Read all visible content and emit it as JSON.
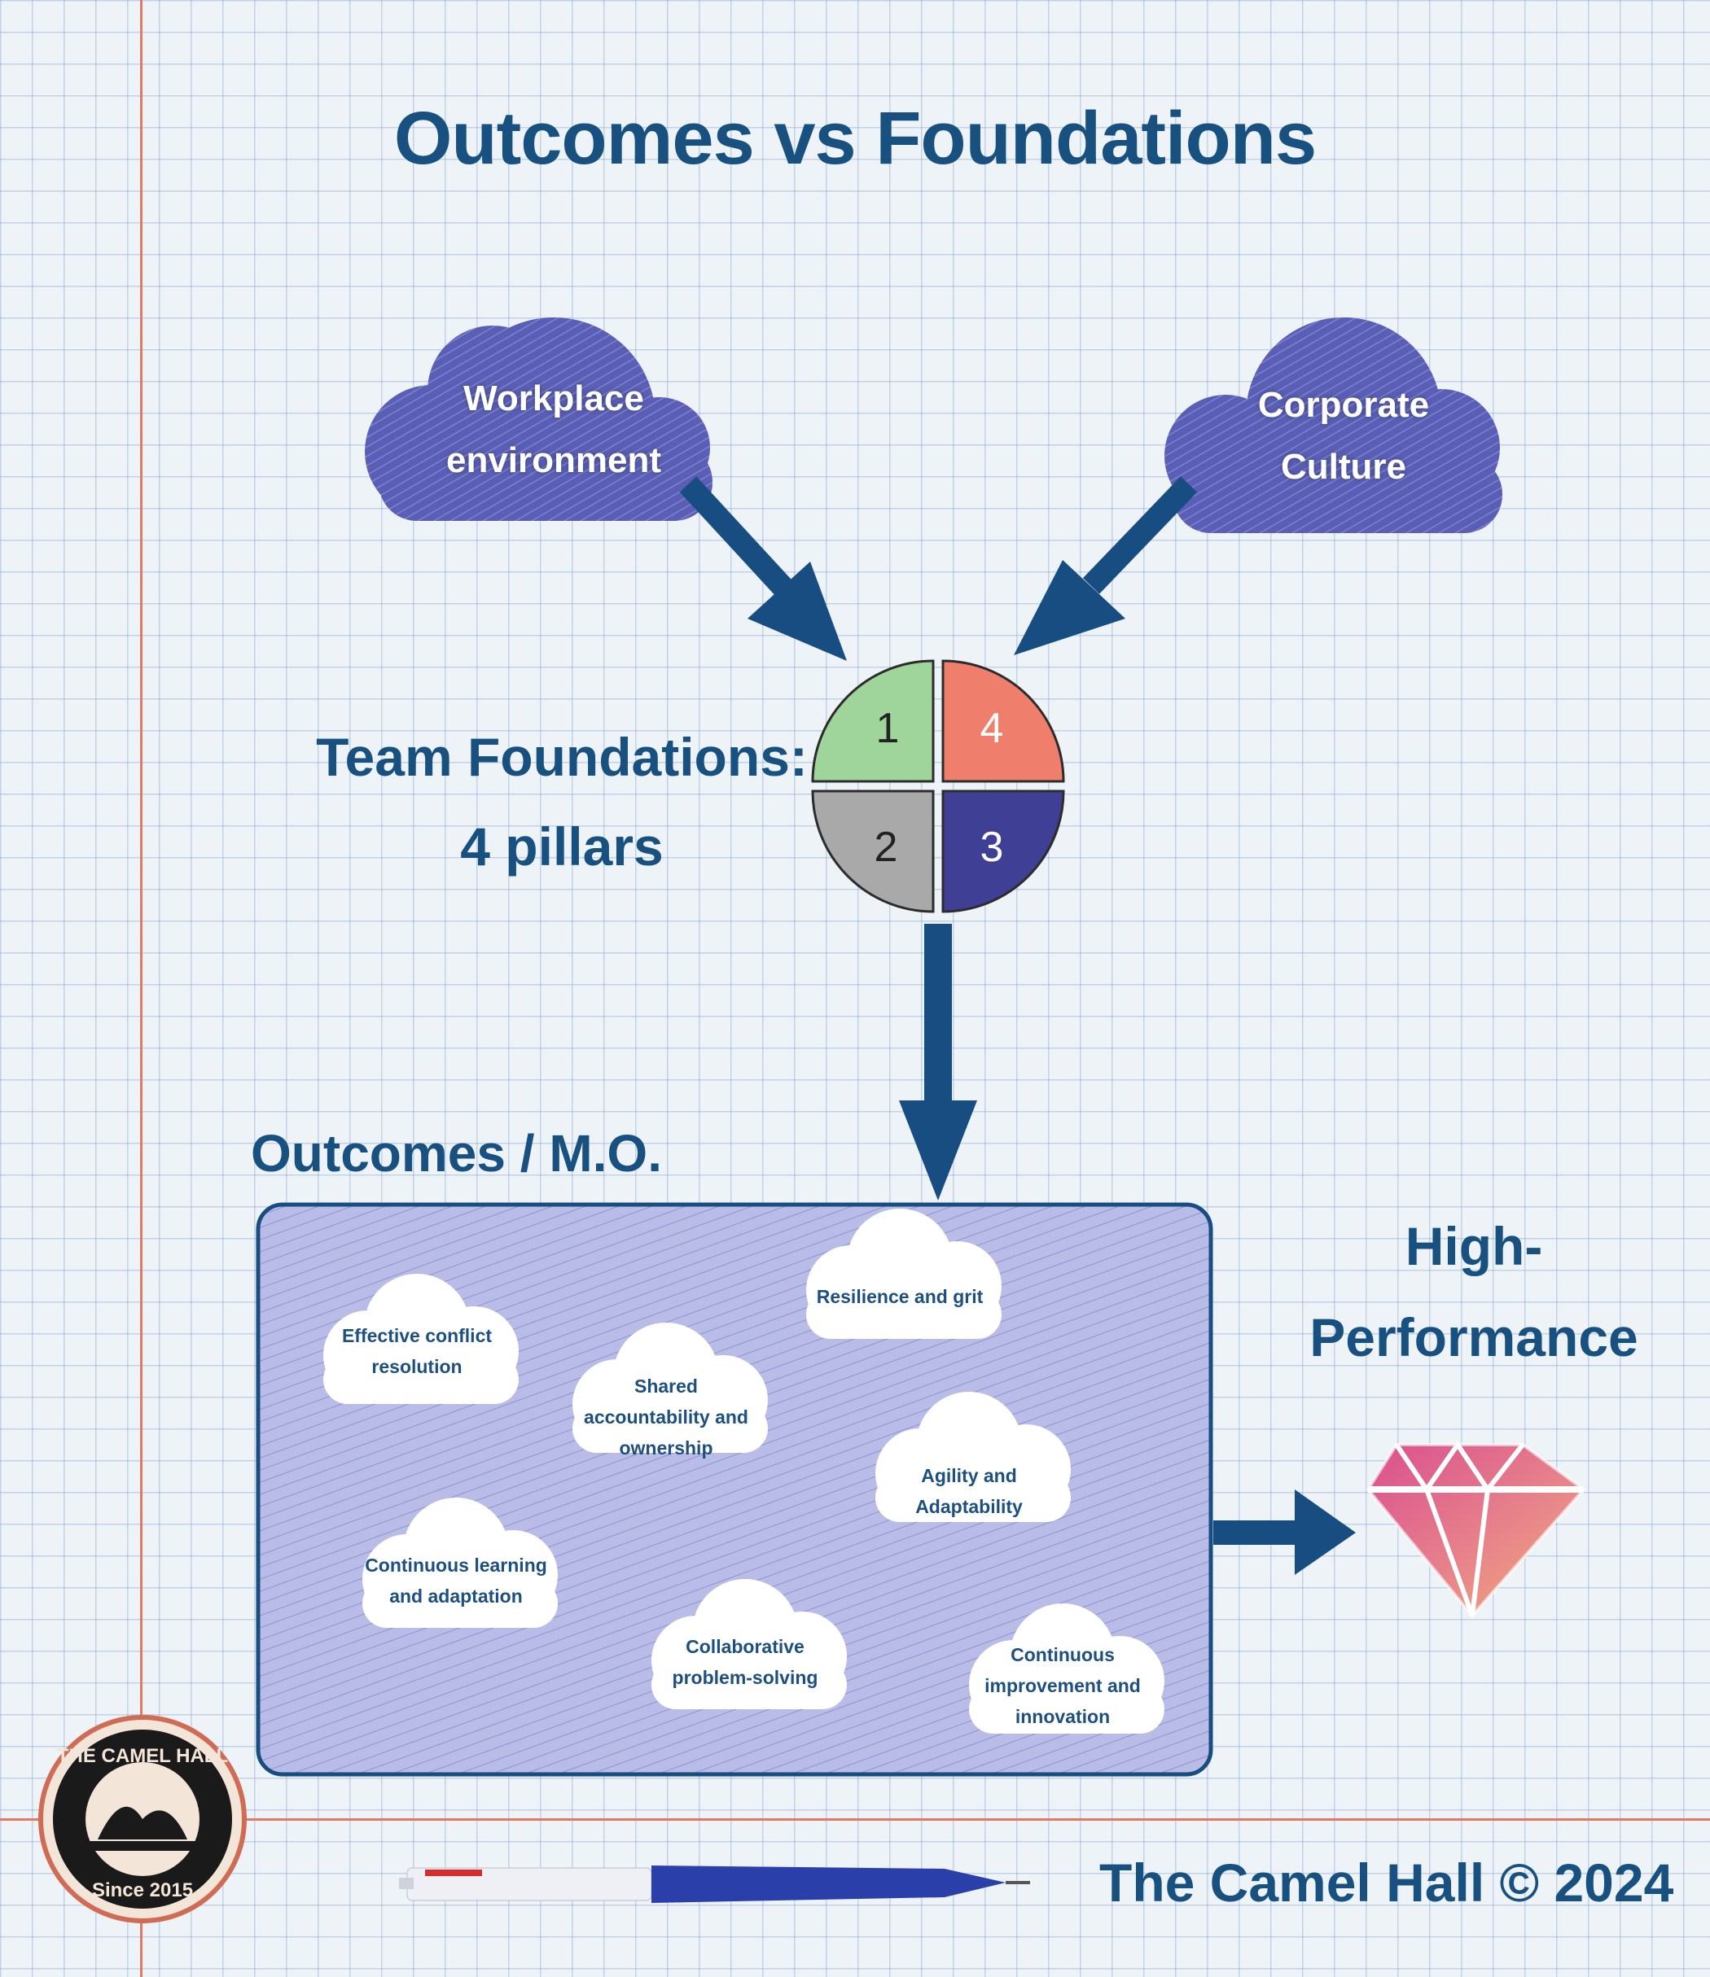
{
  "title": "Outcomes vs Foundations",
  "influences": [
    {
      "line1": "Workplace",
      "line2": "environment"
    },
    {
      "line1": "Corporate",
      "line2": "Culture"
    }
  ],
  "team_foundations": {
    "line1": "Team Foundations:",
    "line2": "4 pillars"
  },
  "pillars": [
    {
      "number": "1",
      "color": "#9fd49a"
    },
    {
      "number": "4",
      "color": "#ef7e6c"
    },
    {
      "number": "2",
      "color": "#a9a9a9"
    },
    {
      "number": "3",
      "color": "#3f3f95"
    }
  ],
  "outcomes_label": "Outcomes / M.O.",
  "outcomes": [
    {
      "lines": [
        "Effective conflict",
        "resolution"
      ]
    },
    {
      "lines": [
        "Resilience and grit"
      ]
    },
    {
      "lines": [
        "Shared",
        "accountability and",
        "ownership"
      ]
    },
    {
      "lines": [
        "Agility and",
        "Adaptability"
      ]
    },
    {
      "lines": [
        "Continuous learning",
        "and adaptation"
      ]
    },
    {
      "lines": [
        "Collaborative",
        "problem-solving"
      ]
    },
    {
      "lines": [
        "Continuous",
        "improvement and",
        "innovation"
      ]
    }
  ],
  "high_performance": {
    "line1": "High-",
    "line2": "Performance"
  },
  "footer": "The Camel Hall © 2024",
  "logo": {
    "top_text": "THE CAMEL HALL",
    "bottom_text": "Since 2015"
  },
  "colors": {
    "accent": "#18507f",
    "cloud": "#5a5fb5",
    "box": "#b9bde8",
    "margin_line": "#e07a63"
  }
}
